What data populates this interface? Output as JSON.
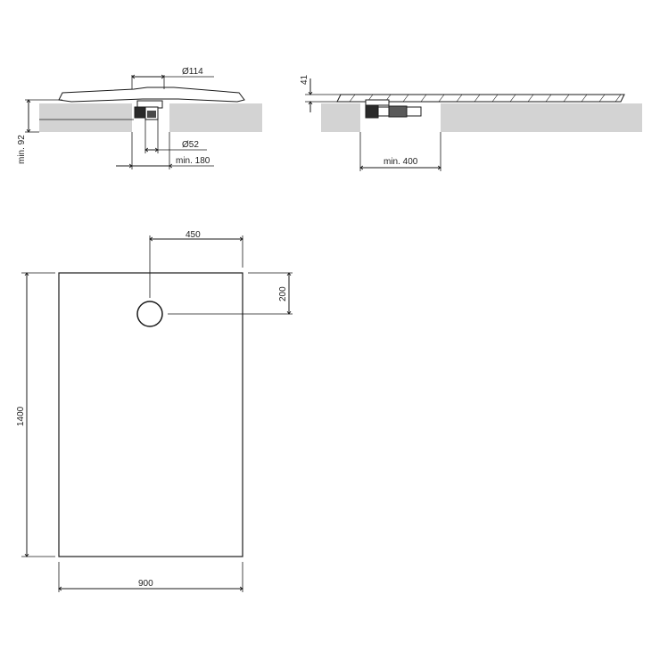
{
  "side_view_left": {
    "dim_drain_diameter": "Ø114",
    "dim_pipe_diameter": "Ø52",
    "dim_min_width": "min. 180",
    "dim_min_height": "min. 92"
  },
  "side_view_right": {
    "dim_thickness": "41",
    "dim_min_width": "min. 400"
  },
  "top_view": {
    "dim_width": "900",
    "dim_length": "1400",
    "dim_drain_x": "450",
    "dim_drain_y": "200"
  },
  "colors": {
    "floor": "#d3d3d3",
    "line": "#1a1a1a"
  }
}
